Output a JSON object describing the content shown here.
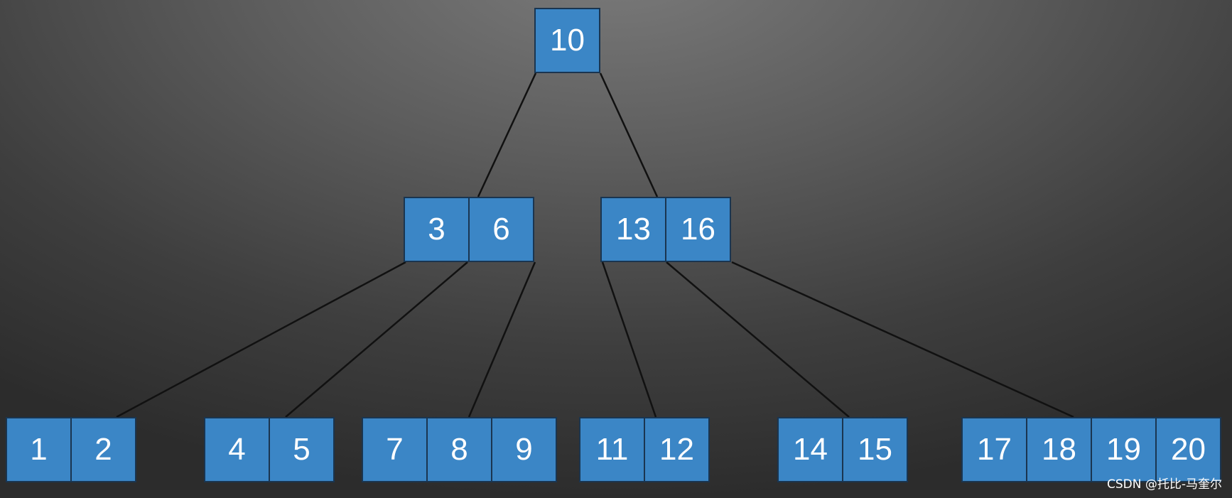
{
  "tree": {
    "nodes": [
      {
        "id": "root",
        "keys": [
          "10"
        ]
      },
      {
        "id": "n-3-6",
        "keys": [
          "3",
          "6"
        ]
      },
      {
        "id": "n-13-16",
        "keys": [
          "13",
          "16"
        ]
      },
      {
        "id": "n-1-2",
        "keys": [
          "1",
          "2"
        ]
      },
      {
        "id": "n-4-5",
        "keys": [
          "4",
          "5"
        ]
      },
      {
        "id": "n-7-8-9",
        "keys": [
          "7",
          "8",
          "9"
        ]
      },
      {
        "id": "n-11-12",
        "keys": [
          "11",
          "12"
        ]
      },
      {
        "id": "n-14-15",
        "keys": [
          "14",
          "15"
        ]
      },
      {
        "id": "n-17-20",
        "keys": [
          "17",
          "18",
          "19",
          "20"
        ]
      }
    ],
    "edges": [
      {
        "from": "root",
        "to": "n-3-6"
      },
      {
        "from": "root",
        "to": "n-13-16"
      },
      {
        "from": "n-3-6",
        "to": "n-1-2"
      },
      {
        "from": "n-3-6",
        "to": "n-4-5"
      },
      {
        "from": "n-3-6",
        "to": "n-7-8-9"
      },
      {
        "from": "n-13-16",
        "to": "n-11-12"
      },
      {
        "from": "n-13-16",
        "to": "n-14-15"
      },
      {
        "from": "n-13-16",
        "to": "n-17-20"
      }
    ]
  },
  "watermark": "CSDN @托比-马奎尔",
  "colors": {
    "cell_fill": "#3b86c6",
    "cell_border": "#1a3550",
    "edge": "#111111",
    "text": "#ffffff"
  }
}
